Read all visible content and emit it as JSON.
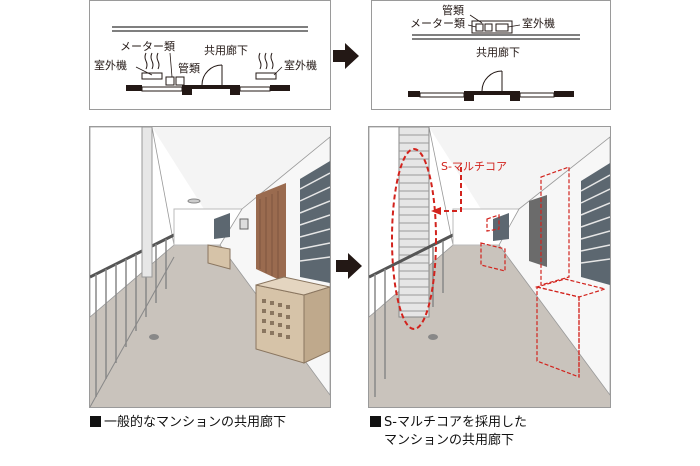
{
  "top_left": {
    "labels": {
      "meter": "メーター類",
      "outdoor_left": "室外機",
      "pipes": "管類",
      "corridor": "共用廊下",
      "outdoor_right": "室外機"
    }
  },
  "top_right": {
    "labels": {
      "pipes": "管類",
      "meter": "メーター類",
      "outdoor": "室外機",
      "corridor": "共用廊下"
    }
  },
  "bottom_right": {
    "callout": "S-マルチコア"
  },
  "captions": {
    "left": "一般的なマンションの共用廊下",
    "right_line1": "S-マルチコアを採用した",
    "right_line2": "マンションの共用廊下"
  },
  "colors": {
    "accent_red": "#d2231d",
    "unit_beige": "#d6c3a8",
    "door_brown": "#9a6b4f",
    "floor_gray": "#c9c3bc"
  }
}
